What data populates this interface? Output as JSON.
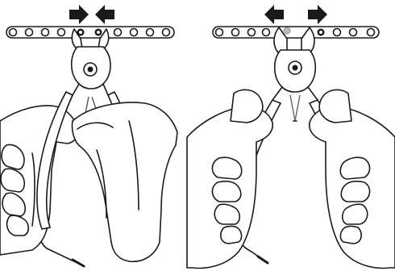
{
  "figure": {
    "panels": [
      {
        "id": "left",
        "state": "closing",
        "arrow_direction": "inward"
      },
      {
        "id": "right",
        "state": "opening",
        "arrow_direction": "outward"
      }
    ],
    "colors": {
      "ink": "#1a1a1a",
      "paper": "#ffffff",
      "spring": "#888888"
    },
    "icons": [
      "arrow-right-icon",
      "arrow-left-icon"
    ]
  }
}
